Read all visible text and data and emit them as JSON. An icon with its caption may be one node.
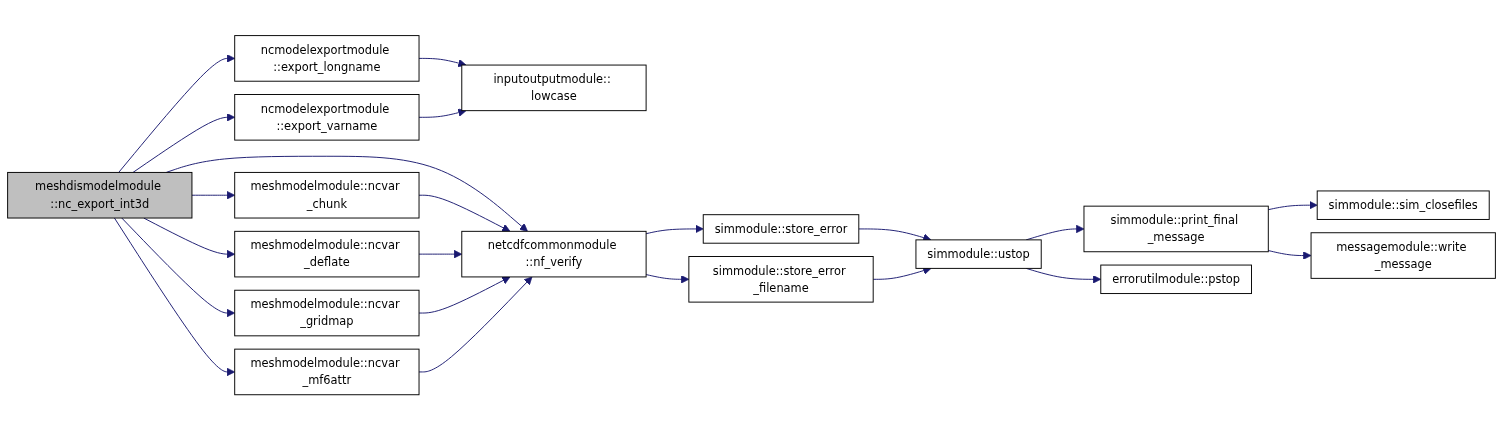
{
  "diagram": {
    "nodes": [
      {
        "text": [
          "meshdismodelmodule ::nc_export_int3d"
        ]
      },
      {
        "text": [
          "ncmodelexportmodule ::export_longname"
        ]
      },
      {
        "text": [
          "ncmodelexportmodule ::export_varname"
        ]
      },
      {
        "text": [
          "inputoutputmodule:: lowcase"
        ]
      },
      {
        "text": [
          "meshmodelmodule::ncvar _chunk"
        ]
      },
      {
        "text": [
          "meshmodelmodule::ncvar _deflate"
        ]
      },
      {
        "text": [
          "meshmodelmodule::ncvar _gridmap"
        ]
      },
      {
        "text": [
          "meshmodelmodule::ncvar _mf6attr"
        ]
      },
      {
        "text": [
          "netcdfcommonmodule ::nf_verify"
        ]
      },
      {
        "text": [
          "simmodule::store_error"
        ]
      },
      {
        "text": [
          "simmodule::store_error _filename"
        ]
      },
      {
        "text": [
          "simmodule::ustop"
        ]
      },
      {
        "text": [
          "simmodule::print_final _message"
        ]
      },
      {
        "text": [
          "errorutilmodule::pstop"
        ]
      },
      {
        "text": [
          "simmodule::sim_closefiles"
        ]
      },
      {
        "text": [
          "messagemodule::write _message"
        ]
      }
    ],
    "edges": [
      {
        "from": 0,
        "to": 1,
        "arrow": "to"
      },
      {
        "from": 0,
        "to": 2,
        "arrow": "to"
      },
      {
        "from": 0,
        "to": 4,
        "arrow": "to"
      },
      {
        "from": 0,
        "to": 8,
        "arrow": "to"
      },
      {
        "from": 0,
        "to": 5,
        "arrow": "to"
      },
      {
        "from": 0,
        "to": 6,
        "arrow": "to"
      },
      {
        "from": 0,
        "to": 7,
        "arrow": "to"
      },
      {
        "from": 1,
        "to": 3,
        "arrow": "to"
      },
      {
        "from": 2,
        "to": 3,
        "arrow": "to"
      },
      {
        "from": 4,
        "to": 8,
        "arrow": "to"
      },
      {
        "from": 5,
        "to": 8,
        "arrow": "to"
      },
      {
        "from": 6,
        "to": 8,
        "arrow": "to"
      },
      {
        "from": 7,
        "to": 8,
        "arrow": "to"
      },
      {
        "from": 8,
        "to": 9,
        "arrow": "to"
      },
      {
        "from": 8,
        "to": 10,
        "arrow": "to"
      },
      {
        "from": 9,
        "to": 11,
        "arrow": "to"
      },
      {
        "from": 10,
        "to": 11,
        "arrow": "to"
      },
      {
        "from": 11,
        "to": 12,
        "arrow": "to"
      },
      {
        "from": 11,
        "to": 13,
        "arrow": "to"
      },
      {
        "from": 12,
        "to": 14,
        "arrow": "to"
      },
      {
        "from": 12,
        "to": 15,
        "arrow": "to"
      }
    ]
  }
}
